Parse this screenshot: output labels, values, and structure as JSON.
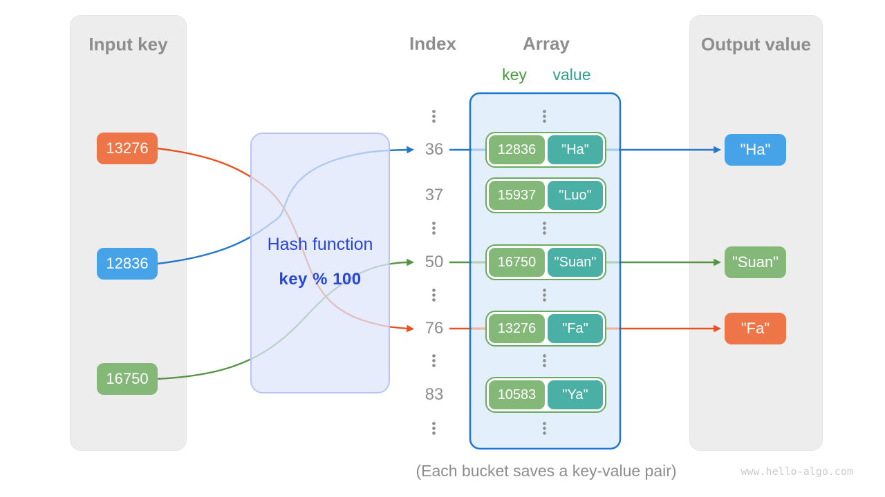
{
  "input_panel": {
    "title": "Input key",
    "keys": [
      "13276",
      "12836",
      "16750"
    ]
  },
  "output_panel": {
    "title": "Output value",
    "values": [
      "\"Ha\"",
      "\"Suan\"",
      "\"Fa\""
    ]
  },
  "hash": {
    "title": "Hash function",
    "formula": "key % 100"
  },
  "index_column": {
    "title": "Index",
    "rows": [
      "36",
      "37",
      "50",
      "76",
      "83"
    ]
  },
  "array": {
    "title": "Array",
    "key_label": "key",
    "value_label": "value",
    "buckets": [
      {
        "key": "12836",
        "value": "\"Ha\""
      },
      {
        "key": "15937",
        "value": "\"Luo\""
      },
      {
        "key": "16750",
        "value": "\"Suan\""
      },
      {
        "key": "13276",
        "value": "\"Fa\""
      },
      {
        "key": "10583",
        "value": "\"Ya\""
      }
    ]
  },
  "caption": "(Each bucket saves a key-value pair)",
  "watermark": "www.hello-algo.com",
  "colors": {
    "orange": "#ED7547",
    "blue": "#47A3E8",
    "green": "#84B878",
    "teal": "#4AAFA4",
    "bucket_border": "#6AAA5F",
    "array_fill": "#E3EFFB",
    "array_border": "#1B76D1",
    "arrow_blue": "#2577C8",
    "arrow_green": "#579345",
    "arrow_orange": "#E6511F",
    "arrow_blue_faded": "#AACBE9",
    "arrow_green_faded": "#B9D3AE",
    "arrow_orange_faded": "#F2B49E",
    "hash_text": "#2A46D4",
    "hash_fill": "#E5EAFC",
    "hash_border": "#B9C4F0",
    "panel_gray": "#EDEDED",
    "label_gray": "#8D8D8D",
    "key_label_green": "#4E9A44",
    "value_label_teal": "#2F9E91"
  }
}
